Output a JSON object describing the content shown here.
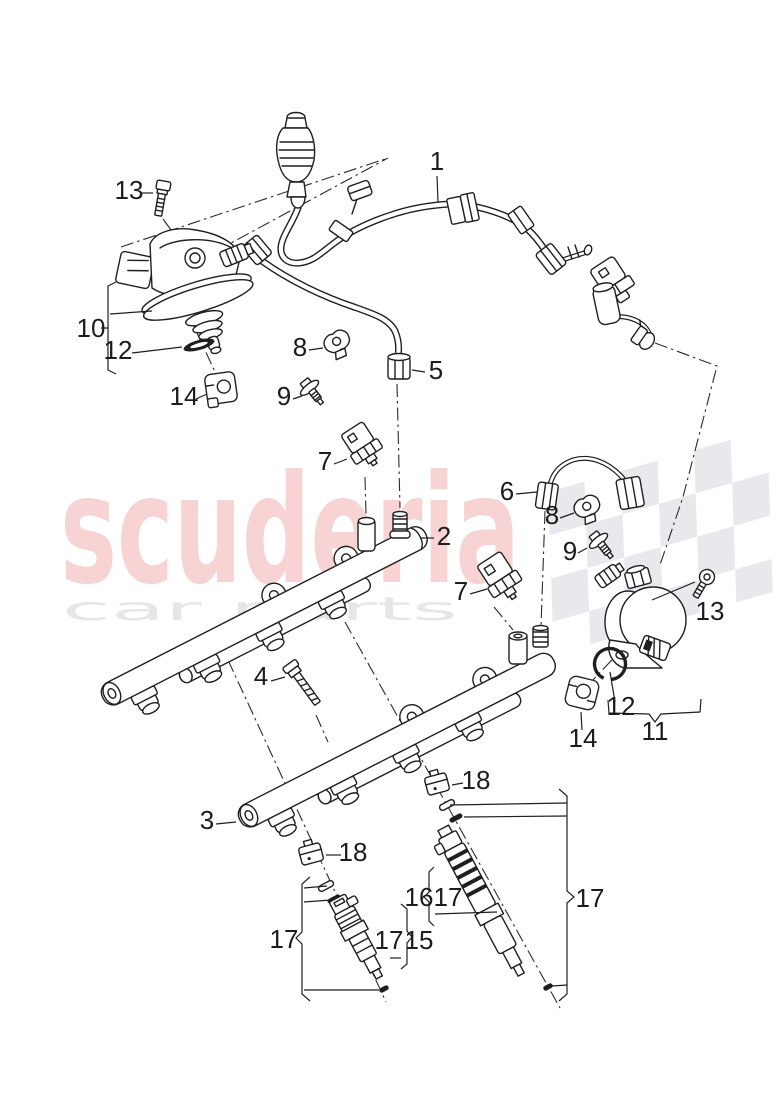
{
  "watermark": {
    "brand": "scuderia",
    "tagline": "car parts",
    "brand_color": "#f7d3d3",
    "tagline_color": "#e6e6e6",
    "flag_color": "#e9e9ed"
  },
  "diagram": {
    "line_color": "#1f1f1f",
    "background_color": "#ffffff"
  },
  "callouts": {
    "c1": "1",
    "c2": "2",
    "c3": "3",
    "c4": "4",
    "c5": "5",
    "c6": "6",
    "c7a": "7",
    "c7b": "7",
    "c8a": "8",
    "c8b": "8",
    "c9a": "9",
    "c9b": "9",
    "c10": "10",
    "c11": "11",
    "c12a": "12",
    "c12b": "12",
    "c13a": "13",
    "c13b": "13",
    "c14a": "14",
    "c14b": "14",
    "c15": "15",
    "c16": "16",
    "c17a": "17",
    "c17b": "17",
    "c17c": "17",
    "c17d": "17",
    "c18a": "18",
    "c18b": "18"
  }
}
